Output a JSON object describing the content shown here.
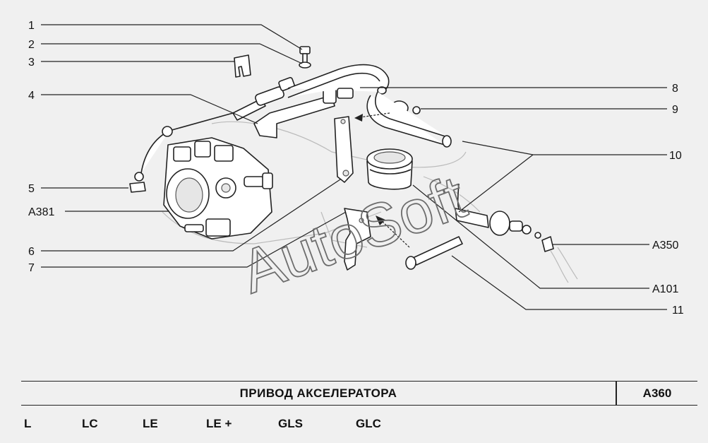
{
  "callouts": {
    "c1": "1",
    "c2": "2",
    "c3": "3",
    "c4": "4",
    "c5": "5",
    "cA381": "A381",
    "c6": "6",
    "c7": "7",
    "c8": "8",
    "c9": "9",
    "c10": "10",
    "cA350": "A350",
    "cA101": "A101",
    "c11": "11"
  },
  "watermark": "AutoSoft",
  "title": {
    "name": "ПРИВОД  АКСЕЛЕРАТОРА",
    "code": "A360"
  },
  "trims": [
    "L",
    "LC",
    "LE",
    "LE +",
    "GLS",
    "GLC"
  ]
}
